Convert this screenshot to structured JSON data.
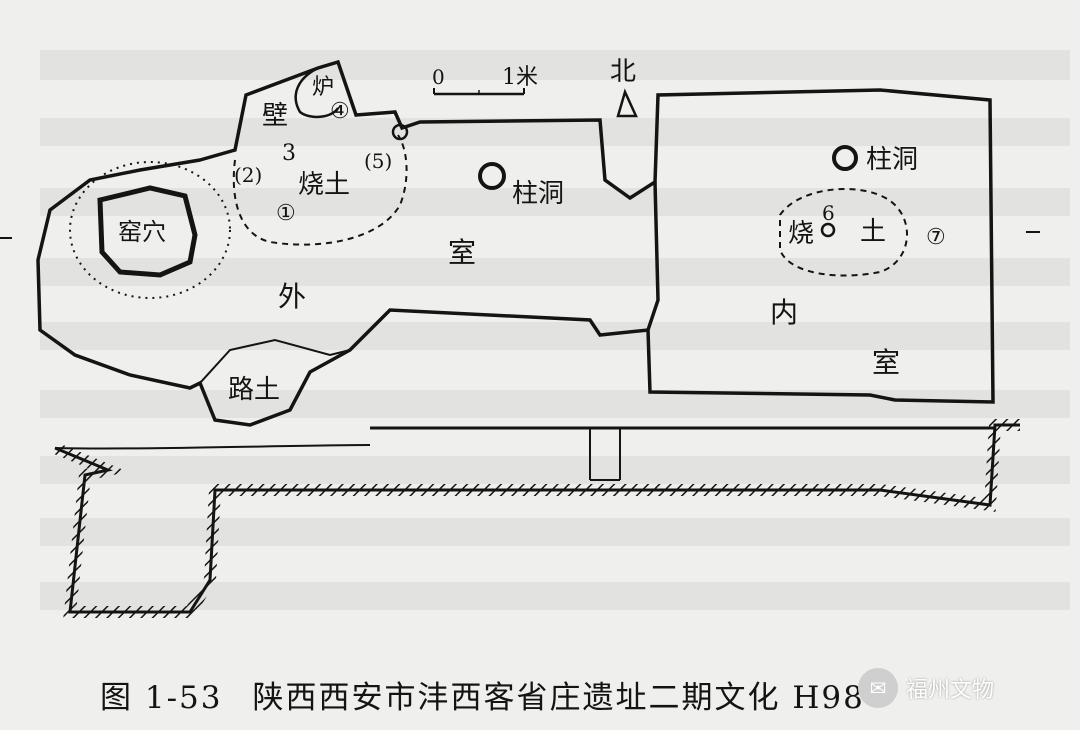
{
  "labels": {
    "kiln": "窑穴",
    "outer_room_1": "室",
    "outer_room_2": "外",
    "road_soil": "路土",
    "burnt_soil_outer": "烧土",
    "wall": "壁",
    "stove": "炉",
    "pillar_hole_1": "柱洞",
    "pillar_hole_2": "柱洞",
    "inner_room_1": "内",
    "inner_room_2": "室",
    "burnt_soil_inner_1": "烧",
    "burnt_soil_inner_2": "土",
    "north": "北",
    "scale_zero": "0",
    "scale_one": "1米"
  },
  "markers": {
    "m1": "①",
    "m2": "(2)",
    "m3": "3",
    "m4": "④",
    "m5": "(5)",
    "m6": "6",
    "m7": "⑦"
  },
  "caption": {
    "figure_no": "图 1-53",
    "title": "陕西西安市沣西客省庄遗址二期文化 H98"
  },
  "watermark": {
    "text": "福州文物"
  },
  "colors": {
    "ink": "#141414",
    "paper": "#efefed"
  }
}
